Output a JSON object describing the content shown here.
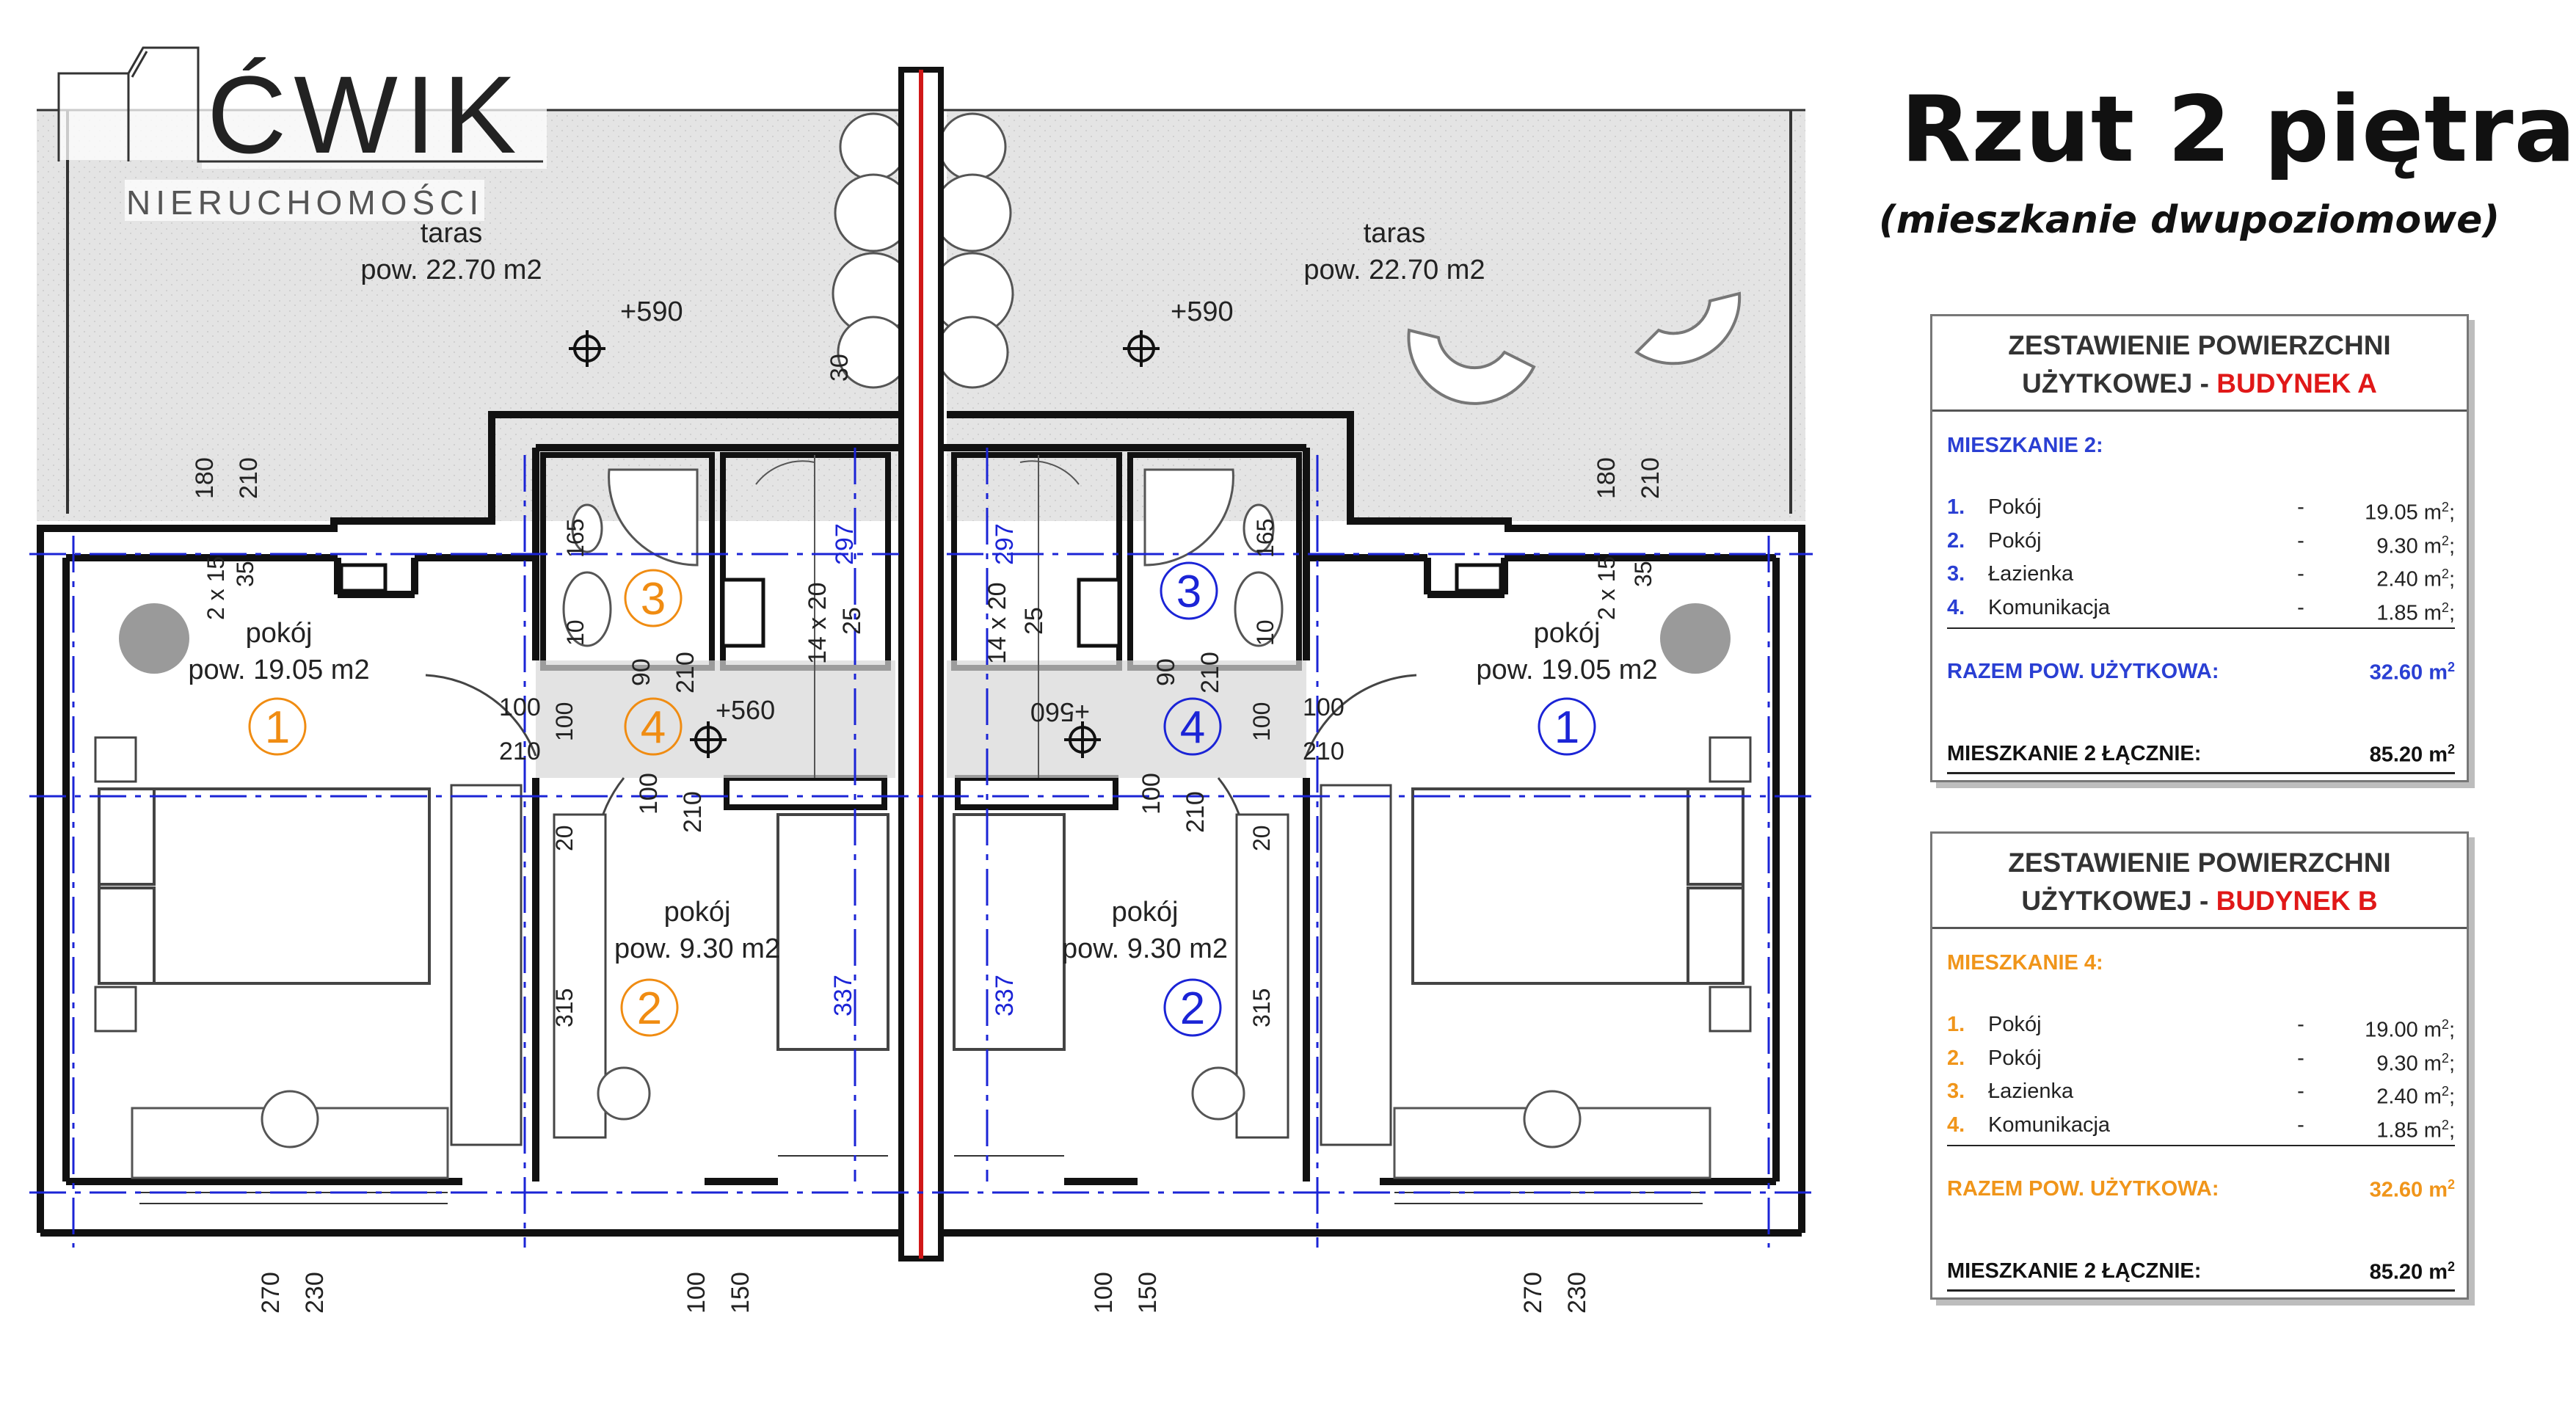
{
  "logo": {
    "brand": "ĆWIK",
    "tagline": "NIERUCHOMOŚCI"
  },
  "header": {
    "title": "Rzut 2 piętra",
    "subtitle": "(mieszkanie dwupoziomowe)"
  },
  "plan": {
    "terrace_label": "taras",
    "terrace_area": "pow. 22.70 m2",
    "terrace_level": "+590",
    "stair_level": "+560",
    "stair_level_mirrored": "+560",
    "room1_label": "pokój",
    "room1_area": "pow. 19.05 m2",
    "room2_label": "pokój",
    "room2_area": "pow. 9.30 m2",
    "stairs_spec": "14 x 20",
    "stairs_width": "25",
    "dims": {
      "d180": "180",
      "d210": "210",
      "d2x15": "2 x 15",
      "d35": "35",
      "d30": "30",
      "d297": "297",
      "d165": "165",
      "d10": "10",
      "d90": "90",
      "d100": "100",
      "d20": "20",
      "d315": "315",
      "d337": "337",
      "d270": "270",
      "d230": "230",
      "d150": "150"
    },
    "markers": {
      "m1": "1",
      "m2": "2",
      "m3": "3",
      "m4": "4"
    },
    "colors": {
      "building_a": "#f08c12",
      "building_b": "#1b24d6",
      "axis": "#1b24d6",
      "wall": "#111111"
    }
  },
  "table_a": {
    "head_line1": "ZESTAWIENIE POWIERZCHNI",
    "head_line2": "UŻYTKOWEJ - ",
    "building": "BUDYNEK A",
    "apartment": "MIESZKANIE 2:",
    "rows": [
      {
        "num": "1.",
        "label": "Pokój",
        "dash": "-",
        "value": "19.05 m"
      },
      {
        "num": "2.",
        "label": "Pokój",
        "dash": "-",
        "value": "9.30 m"
      },
      {
        "num": "3.",
        "label": "Łazienka",
        "dash": "-",
        "value": "2.40 m"
      },
      {
        "num": "4.",
        "label": "Komunikacja",
        "dash": "-",
        "value": "1.85 m"
      }
    ],
    "unit_sup": "2",
    "row_suffix": ";",
    "total_label": "RAZEM POW. UŻYTKOWA:",
    "total_value": "32.60 m",
    "grand_label": "MIESZKANIE 2 ŁĄCZNIE:",
    "grand_value": "85.20 m"
  },
  "table_b": {
    "head_line1": "ZESTAWIENIE POWIERZCHNI",
    "head_line2": "UŻYTKOWEJ - ",
    "building": "BUDYNEK B",
    "apartment": "MIESZKANIE 4:",
    "rows": [
      {
        "num": "1.",
        "label": "Pokój",
        "dash": "-",
        "value": "19.00 m"
      },
      {
        "num": "2.",
        "label": "Pokój",
        "dash": "-",
        "value": "9.30 m"
      },
      {
        "num": "3.",
        "label": "Łazienka",
        "dash": "-",
        "value": "2.40 m"
      },
      {
        "num": "4.",
        "label": "Komunikacja",
        "dash": "-",
        "value": "1.85 m"
      }
    ],
    "unit_sup": "2",
    "row_suffix": ";",
    "total_label": "RAZEM POW. UŻYTKOWA:",
    "total_value": "32.60 m",
    "grand_label": "MIESZKANIE 2 ŁĄCZNIE:",
    "grand_value": "85.20 m"
  }
}
